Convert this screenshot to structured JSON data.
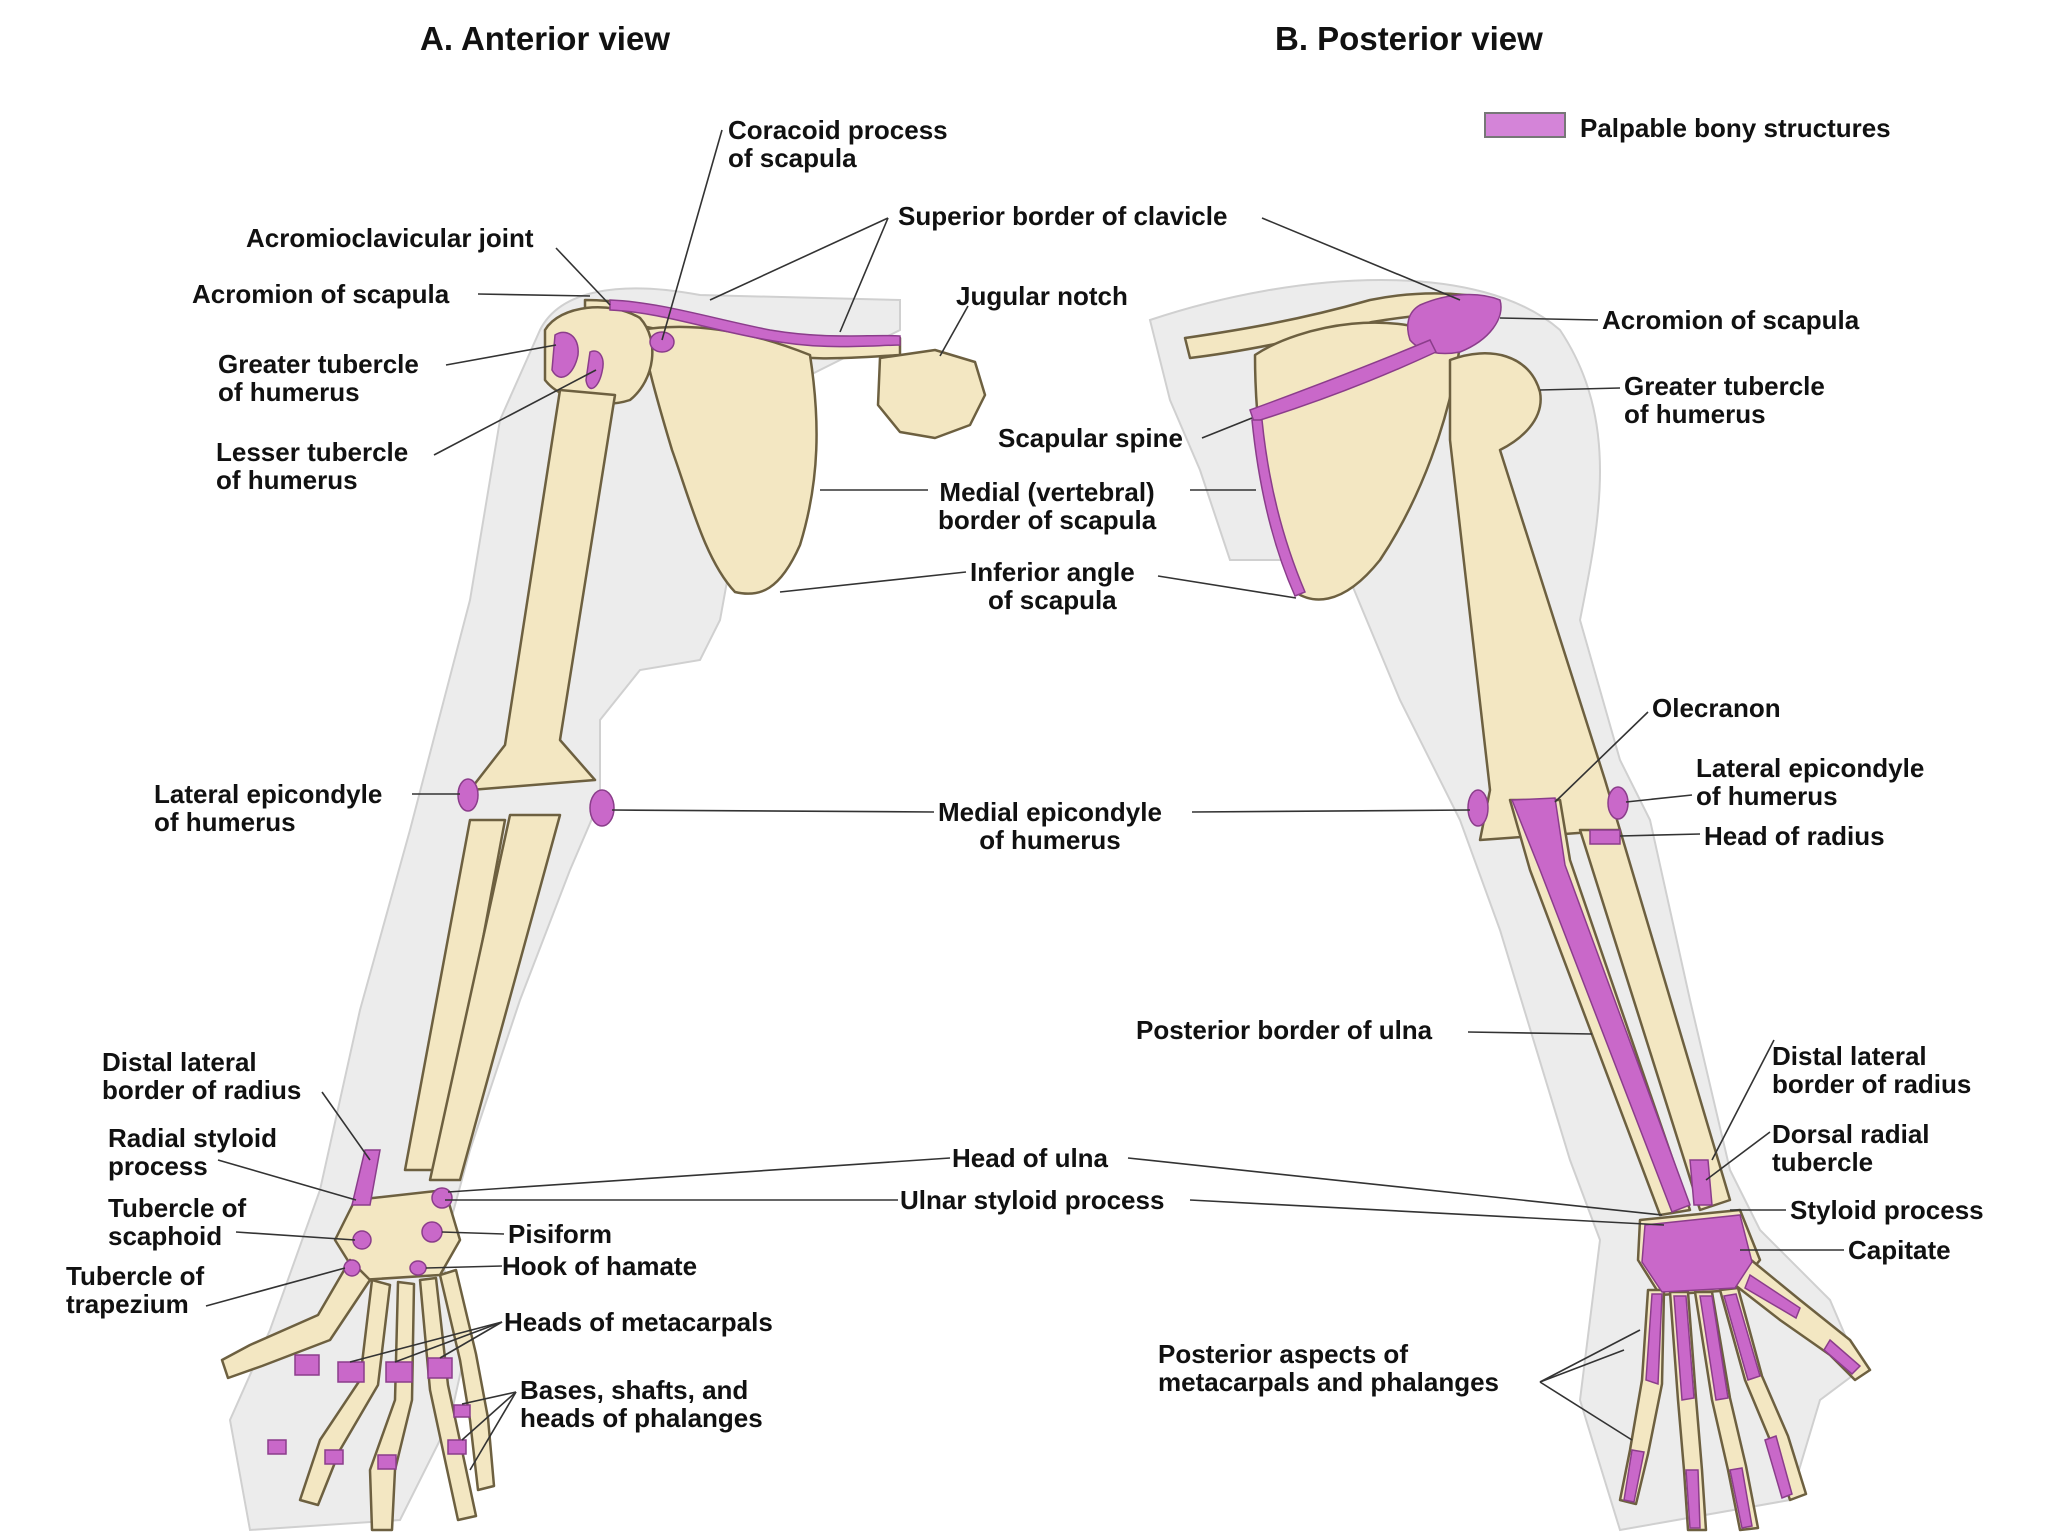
{
  "titles": {
    "anterior": "A. Anterior view",
    "posterior": "B. Posterior view"
  },
  "legend": {
    "label": "Palpable bony structures",
    "color": "#d484d8"
  },
  "colors": {
    "bone": "#f3e7c2",
    "bone_outline": "#6d6040",
    "palpable": "#c968c9",
    "skin": "#ececec",
    "leader": "#333333"
  },
  "labels": {
    "coracoid_process": [
      "Coracoid process",
      "of scapula"
    ],
    "acromioclavicular_joint": [
      "Acromioclavicular joint"
    ],
    "acromion_anterior": [
      "Acromion of scapula"
    ],
    "greater_tubercle_anterior": [
      "Greater tubercle",
      "of humerus"
    ],
    "lesser_tubercle": [
      "Lesser tubercle",
      "of humerus"
    ],
    "superior_border_clavicle": [
      "Superior border of clavicle"
    ],
    "jugular_notch": [
      "Jugular notch"
    ],
    "scapular_spine": [
      "Scapular spine"
    ],
    "medial_border_scapula": [
      "Medial (vertebral)",
      "border of scapula"
    ],
    "inferior_angle_scapula": [
      "Inferior angle",
      "of scapula"
    ],
    "acromion_posterior": [
      "Acromion of scapula"
    ],
    "greater_tubercle_posterior": [
      "Greater tubercle",
      "of humerus"
    ],
    "olecranon": [
      "Olecranon"
    ],
    "lateral_epicondyle_anterior": [
      "Lateral epicondyle",
      "of humerus"
    ],
    "medial_epicondyle": [
      "Medial epicondyle",
      "of humerus"
    ],
    "lateral_epicondyle_posterior": [
      "Lateral epicondyle",
      "of humerus"
    ],
    "head_of_radius": [
      "Head of radius"
    ],
    "posterior_border_ulna": [
      "Posterior border of ulna"
    ],
    "distal_lateral_radius_anterior": [
      "Distal lateral",
      "border of radius"
    ],
    "radial_styloid": [
      "Radial styloid",
      "process"
    ],
    "tubercle_scaphoid": [
      "Tubercle of",
      "scaphoid"
    ],
    "tubercle_trapezium": [
      "Tubercle of",
      "trapezium"
    ],
    "head_of_ulna": [
      "Head of ulna"
    ],
    "ulnar_styloid": [
      "Ulnar styloid process"
    ],
    "pisiform": [
      "Pisiform"
    ],
    "hook_of_hamate": [
      "Hook of hamate"
    ],
    "heads_metacarpals": [
      "Heads of metacarpals"
    ],
    "phalanges_anterior": [
      "Bases, shafts, and",
      "heads of phalanges"
    ],
    "distal_lateral_radius_posterior": [
      "Distal lateral",
      "border of radius"
    ],
    "dorsal_radial_tubercle": [
      "Dorsal radial",
      "tubercle"
    ],
    "styloid_process": [
      "Styloid process"
    ],
    "capitate": [
      "Capitate"
    ],
    "posterior_metacarpals": [
      "Posterior aspects of",
      "metacarpals and phalanges"
    ]
  }
}
